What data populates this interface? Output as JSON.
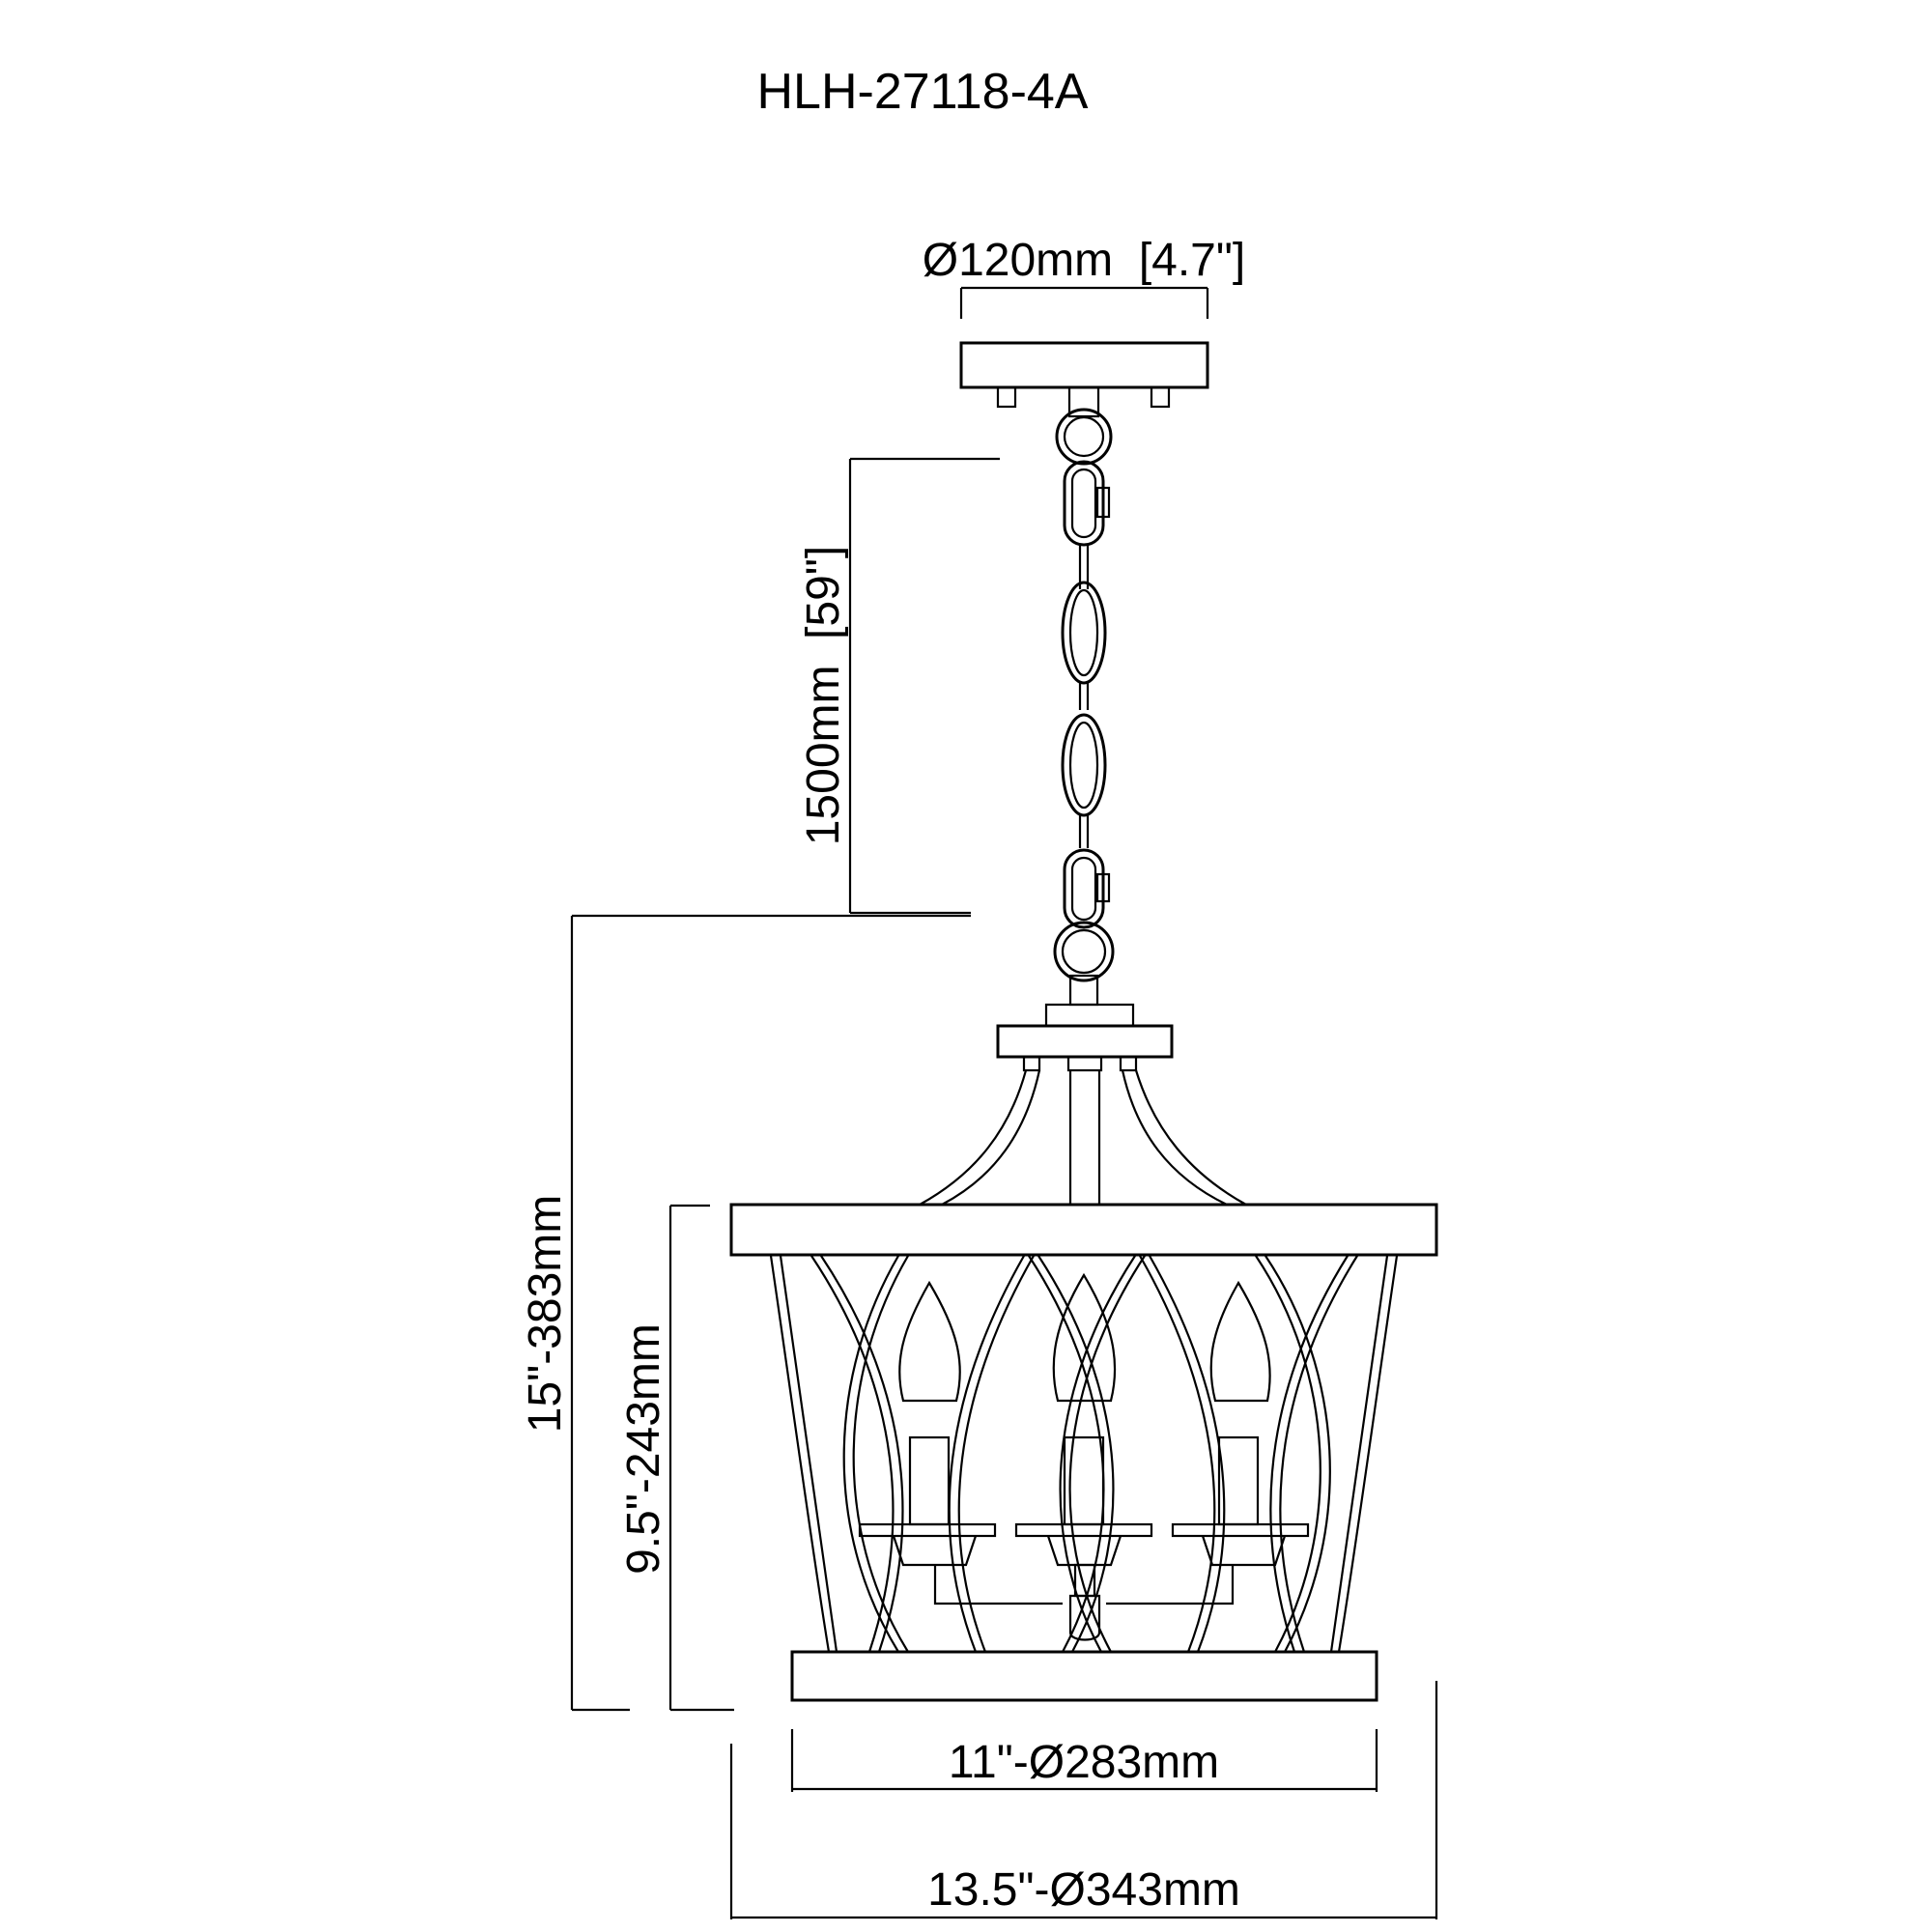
{
  "model_number": "HLH-27118-4A",
  "dimensions": {
    "canopy_diameter": "Ø120mm  [4.7\"]",
    "chain_length": "1500mm  [59\"]",
    "overall_height": "15\"-383mm",
    "body_height": "9.5\"-243mm",
    "bottom_diameter": "11\"-Ø283mm",
    "top_diameter": "13.5\"-Ø343mm"
  }
}
